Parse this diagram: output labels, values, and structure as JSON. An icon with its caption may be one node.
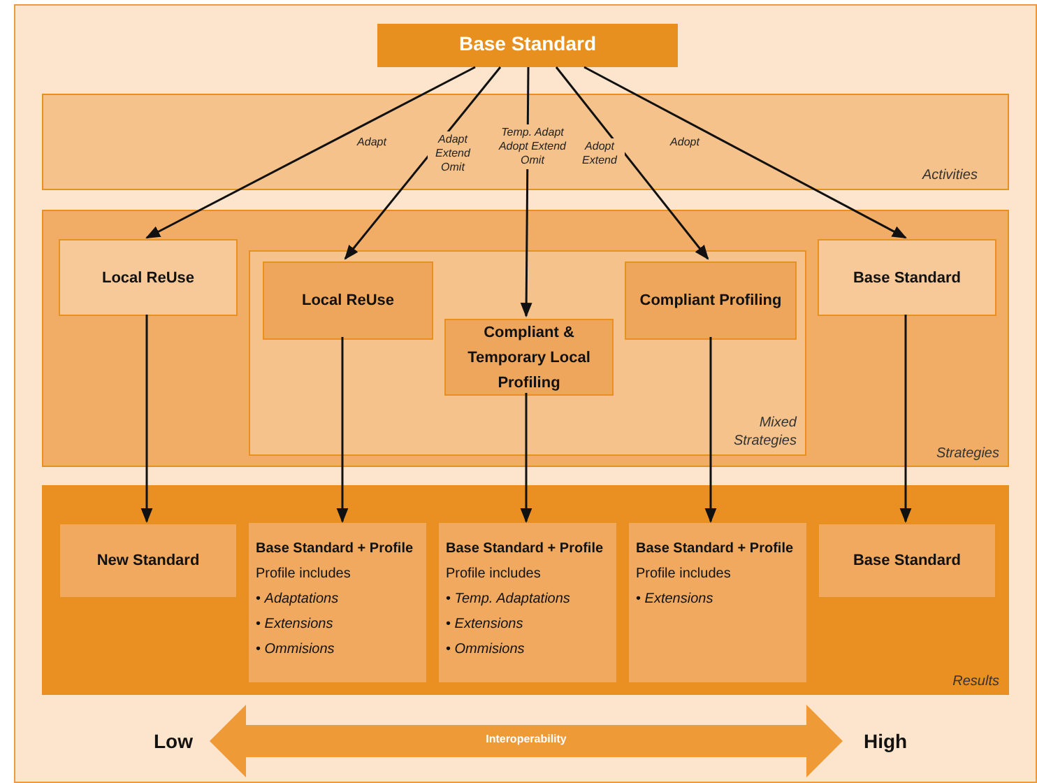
{
  "diagram": {
    "nodes": [
      {
        "text": [
          "Base Standard"
        ]
      },
      {
        "text": [
          "Strategies"
        ]
      },
      {
        "text": [
          "Local ReUse"
        ],
        "in": 1
      },
      {
        "text": [
          "Mixed Strategies"
        ],
        "in": 1
      },
      {
        "text": [
          "Local ReUse"
        ],
        "in": 3
      },
      {
        "text": [
          "Compliant & Temporary Local Profiling"
        ],
        "in": 3
      },
      {
        "text": [
          "Compliant Profiling"
        ],
        "in": 3
      },
      {
        "text": [
          "Base Standard"
        ],
        "in": 1
      },
      {
        "text": [
          "Results"
        ]
      },
      {
        "text": [
          "New Standard"
        ],
        "in": 8
      },
      {
        "text": [
          "Base Standard + Profile",
          "Profile includes",
          "• *Adaptations*",
          "• *Extensions*",
          "• *Ommisions*"
        ],
        "in": 8
      },
      {
        "text": [
          "Base Standard + Profile",
          "Profile includes",
          "• *Temp. Adaptations*",
          "• *Extensions*",
          "• *Ommisions*"
        ],
        "in": 8
      },
      {
        "text": [
          "Base Standard + Profile",
          "Profile includes",
          "• *Extensions*"
        ],
        "in": 8
      },
      {
        "text": [
          "Base Standard"
        ],
        "in": 8
      },
      {
        "text": [
          "Interoperability"
        ]
      }
    ],
    "edges": [
      {
        "from": 0,
        "to": 2,
        "arrow": "to",
        "label": "Adapt"
      },
      {
        "from": 0,
        "to": 4,
        "arrow": "to",
        "label": "Adapt Extend Omit"
      },
      {
        "from": 0,
        "to": 5,
        "arrow": "to",
        "label": "Temp. Adapt Adopt Extend Omit"
      },
      {
        "from": 0,
        "to": 6,
        "arrow": "to",
        "label": "Adopt Extend"
      },
      {
        "from": 0,
        "to": 7,
        "arrow": "to",
        "label": "Adopt"
      },
      {
        "from": 2,
        "to": 9,
        "arrow": "to"
      },
      {
        "from": 4,
        "to": 10,
        "arrow": "to"
      },
      {
        "from": 5,
        "to": 11,
        "arrow": "to"
      },
      {
        "from": 6,
        "to": 12,
        "arrow": "to"
      },
      {
        "from": 7,
        "to": 13,
        "arrow": "to"
      }
    ],
    "labels": [
      "Activities",
      "Low",
      "High"
    ]
  }
}
